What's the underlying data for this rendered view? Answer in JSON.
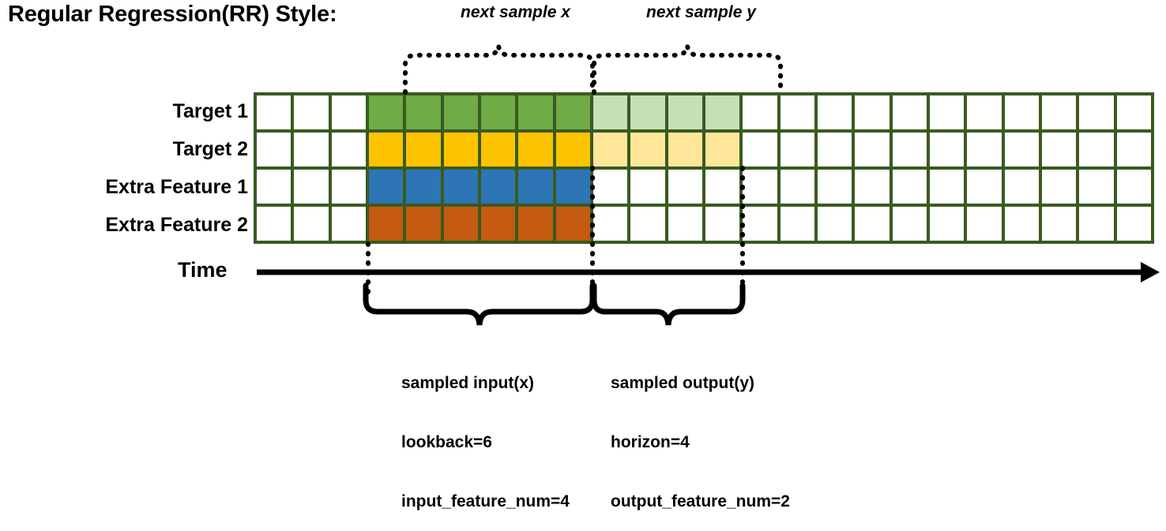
{
  "title": "Regular Regression(RR) Style:",
  "time_label": "Time",
  "top_annotations": [
    {
      "id": "next-sample-x",
      "text": "next sample x"
    },
    {
      "id": "next-sample-y",
      "text": "next sample y"
    }
  ],
  "row_labels": [
    "Target 1",
    "Target 2",
    "Extra Feature 1",
    "Extra Feature 2"
  ],
  "bottom_annotations": [
    {
      "id": "sampled-input",
      "line1": "sampled input(x)",
      "line2": "lookback=6",
      "line3": "input_feature_num=4"
    },
    {
      "id": "sampled-output",
      "line1": "sampled output(y)",
      "line2": "horizon=4",
      "line3": "output_feature_num=2"
    }
  ],
  "chart_data": {
    "type": "heatmap",
    "title": "Regular Regression(RR) Style:",
    "xlabel": "Time",
    "ylabel": "",
    "grid": true,
    "columns": 24,
    "rows": 4,
    "row_names": [
      "Target 1",
      "Target 2",
      "Extra Feature 1",
      "Extra Feature 2"
    ],
    "lookback": 6,
    "horizon": 4,
    "input_feature_num": 4,
    "output_feature_num": 2,
    "input_start_col": 3,
    "input_end_col": 9,
    "output_start_col": 9,
    "output_end_col": 13,
    "legend": [],
    "colors": {
      "grid_border": "#3A5A20",
      "empty": "#ffffff",
      "target1_input": "#6FAB46",
      "target1_output": "#C5E0B4",
      "target2_input": "#FDC300",
      "target2_output": "#FFE699",
      "feature1_input": "#2E75B6",
      "feature2_input": "#C55A11",
      "annotation": "#000000"
    },
    "cells": [
      [
        "#ffffff",
        "#ffffff",
        "#ffffff",
        "#6FAB46",
        "#6FAB46",
        "#6FAB46",
        "#6FAB46",
        "#6FAB46",
        "#6FAB46",
        "#C5E0B4",
        "#C5E0B4",
        "#C5E0B4",
        "#C5E0B4",
        "#ffffff",
        "#ffffff",
        "#ffffff",
        "#ffffff",
        "#ffffff",
        "#ffffff",
        "#ffffff",
        "#ffffff",
        "#ffffff",
        "#ffffff",
        "#ffffff"
      ],
      [
        "#ffffff",
        "#ffffff",
        "#ffffff",
        "#FDC300",
        "#FDC300",
        "#FDC300",
        "#FDC300",
        "#FDC300",
        "#FDC300",
        "#FFE699",
        "#FFE699",
        "#FFE699",
        "#FFE699",
        "#ffffff",
        "#ffffff",
        "#ffffff",
        "#ffffff",
        "#ffffff",
        "#ffffff",
        "#ffffff",
        "#ffffff",
        "#ffffff",
        "#ffffff",
        "#ffffff"
      ],
      [
        "#ffffff",
        "#ffffff",
        "#ffffff",
        "#2E75B6",
        "#2E75B6",
        "#2E75B6",
        "#2E75B6",
        "#2E75B6",
        "#2E75B6",
        "#ffffff",
        "#ffffff",
        "#ffffff",
        "#ffffff",
        "#ffffff",
        "#ffffff",
        "#ffffff",
        "#ffffff",
        "#ffffff",
        "#ffffff",
        "#ffffff",
        "#ffffff",
        "#ffffff",
        "#ffffff",
        "#ffffff"
      ],
      [
        "#ffffff",
        "#ffffff",
        "#ffffff",
        "#C55A11",
        "#C55A11",
        "#C55A11",
        "#C55A11",
        "#C55A11",
        "#C55A11",
        "#ffffff",
        "#ffffff",
        "#ffffff",
        "#ffffff",
        "#ffffff",
        "#ffffff",
        "#ffffff",
        "#ffffff",
        "#ffffff",
        "#ffffff",
        "#ffffff",
        "#ffffff",
        "#ffffff",
        "#ffffff",
        "#ffffff"
      ]
    ]
  }
}
